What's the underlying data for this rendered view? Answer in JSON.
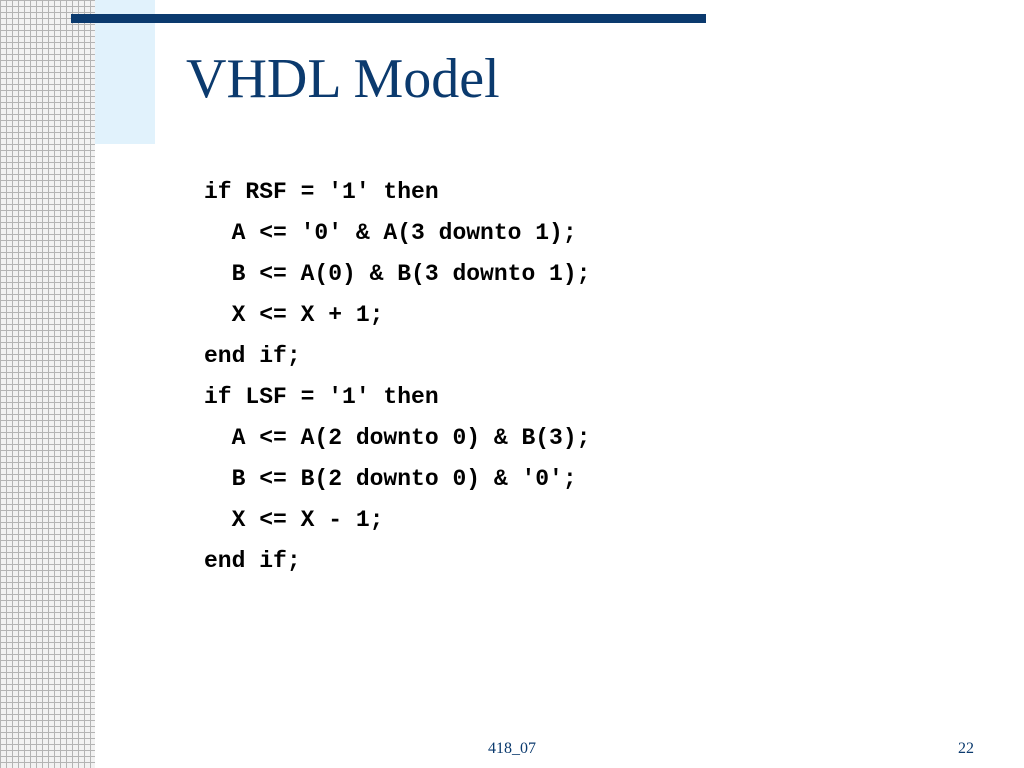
{
  "slide": {
    "title": "VHDL Model",
    "code_lines": [
      "if RSF = '1' then",
      "  A <= '0' & A(3 downto 1);",
      "  B <= A(0) & B(3 downto 1);",
      "  X <= X + 1;",
      "end if;",
      "if LSF = '1' then",
      "  A <= A(2 downto 0) & B(3);",
      "  B <= B(2 downto 0) & '0';",
      "  X <= X - 1;",
      "end if;"
    ]
  },
  "footer": {
    "course": "418_07",
    "page_number": "22"
  },
  "colors": {
    "accent": "#0b3a6e",
    "accent_light": "#e1f2fc"
  }
}
